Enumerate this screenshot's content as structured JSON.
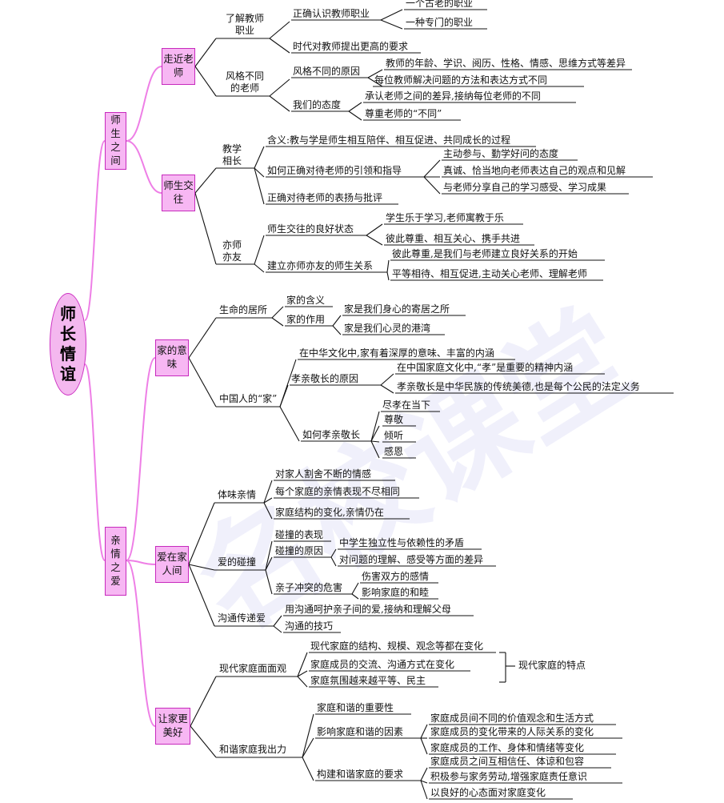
{
  "root": "师长情谊",
  "watermark": "名校课堂",
  "parts": [
    {
      "label": "师生之间",
      "topics": [
        {
          "label": "走近老师",
          "items": [
            {
              "label": "了解教师职业",
              "children": [
                {
                  "label": "正确认识教师职业",
                  "children": [
                    {
                      "label": "一个古老的职业"
                    },
                    {
                      "label": "一种专门的职业"
                    }
                  ]
                },
                {
                  "label": "时代对教师提出更高的要求"
                }
              ]
            },
            {
              "label": "风格不同的老师",
              "children": [
                {
                  "label": "风格不同的原因",
                  "children": [
                    {
                      "label": "教师的年龄、学识、阅历、性格、情感、思维方式等差异"
                    },
                    {
                      "label": "每位教师解决问题的方法和表达方式不同"
                    }
                  ]
                },
                {
                  "label": "我们的态度",
                  "children": [
                    {
                      "label": "承认老师之间的差异,接纳每位老师的不同"
                    },
                    {
                      "label": "尊重老师的“不同”"
                    }
                  ]
                }
              ]
            }
          ]
        },
        {
          "label": "师生交往",
          "items": [
            {
              "label": "教学相长",
              "children": [
                {
                  "label": "含义:教与学是师生相互陪伴、相互促进、共同成长的过程"
                },
                {
                  "label": "如何正确对待老师的引领和指导",
                  "children": [
                    {
                      "label": "主动参与、勤学好问的态度"
                    },
                    {
                      "label": "真诚、恰当地向老师表达自己的观点和见解"
                    },
                    {
                      "label": "与老师分享自己的学习感受、学习成果"
                    }
                  ]
                },
                {
                  "label": "正确对待老师的表扬与批评"
                }
              ]
            },
            {
              "label": "亦师亦友",
              "children": [
                {
                  "label": "师生交往的良好状态",
                  "children": [
                    {
                      "label": "学生乐于学习,老师寓教于乐"
                    },
                    {
                      "label": "彼此尊重、相互关心、携手共进"
                    }
                  ]
                },
                {
                  "label": "建立亦师亦友的师生关系",
                  "children": [
                    {
                      "label": "彼此尊重,是我们与老师建立良好关系的开始"
                    },
                    {
                      "label": "平等相待、相互促进,主动关心老师、理解老师"
                    }
                  ]
                }
              ]
            }
          ]
        }
      ]
    },
    {
      "label": "亲情之爱",
      "topics": [
        {
          "label": "家的意味",
          "items": [
            {
              "label": "生命的居所",
              "children": [
                {
                  "label": "家的含义"
                },
                {
                  "label": "家的作用",
                  "children": [
                    {
                      "label": "家是我们身心的寄居之所"
                    },
                    {
                      "label": "家是我们心灵的港湾"
                    }
                  ]
                }
              ]
            },
            {
              "label": "中国人的“家”",
              "children": [
                {
                  "label": "在中华文化中,家有着深厚的意味、丰富的内涵"
                },
                {
                  "label": "孝亲敬长的原因",
                  "children": [
                    {
                      "label": "在中国家庭文化中,“孝”是重要的精神内涵"
                    },
                    {
                      "label": "孝亲敬长是中华民族的传统美德,也是每个公民的法定义务"
                    }
                  ]
                },
                {
                  "label": "如何孝亲敬长",
                  "children": [
                    {
                      "label": "尽孝在当下"
                    },
                    {
                      "label": "尊敬"
                    },
                    {
                      "label": "倾听"
                    },
                    {
                      "label": "感恩"
                    }
                  ]
                }
              ]
            }
          ]
        },
        {
          "label": "爱在家人间",
          "items": [
            {
              "label": "体味亲情",
              "children": [
                {
                  "label": "对家人割舍不断的情感"
                },
                {
                  "label": "每个家庭的亲情表现不尽相同"
                },
                {
                  "label": "家庭结构的变化,亲情仍在"
                }
              ]
            },
            {
              "label": "爱的碰撞",
              "children": [
                {
                  "label": "碰撞的表现"
                },
                {
                  "label": "碰撞的原因",
                  "children": [
                    {
                      "label": "中学生独立性与依赖性的矛盾"
                    },
                    {
                      "label": "对问题的理解、感受等方面的差异"
                    }
                  ]
                },
                {
                  "label": "亲子冲突的危害",
                  "children": [
                    {
                      "label": "伤害双方的感情"
                    },
                    {
                      "label": "影响家庭的和睦"
                    }
                  ]
                }
              ]
            },
            {
              "label": "沟通传递爱",
              "children": [
                {
                  "label": "用沟通呵护亲子间的爱,接纳和理解父母"
                },
                {
                  "label": "沟通的技巧"
                }
              ]
            }
          ]
        },
        {
          "label": "让家更美好",
          "items": [
            {
              "label": "现代家庭面面观",
              "children": [
                {
                  "label": "现代家庭的结构、规模、观念等都在变化"
                },
                {
                  "label": "家庭成员的交流、沟通方式在变化"
                },
                {
                  "label": "家庭氛围越来越平等、民主"
                }
              ],
              "bracket": "现代家庭的特点"
            },
            {
              "label": "和谐家庭我出力",
              "children": [
                {
                  "label": "家庭和谐的重要性"
                },
                {
                  "label": "影响家庭和谐的因素",
                  "children": [
                    {
                      "label": "家庭成员间不同的价值观念和生活方式"
                    },
                    {
                      "label": "家庭成员的变化带来的人际关系的变化"
                    },
                    {
                      "label": "家庭成员的工作、身体和情绪等变化"
                    }
                  ]
                },
                {
                  "label": "构建和谐家庭的要求",
                  "children": [
                    {
                      "label": "家庭成员之间互相信任、体谅和包容"
                    },
                    {
                      "label": "积极参与家务劳动,增强家庭责任意识"
                    },
                    {
                      "label": "以良好的心态面对家庭变化"
                    }
                  ]
                }
              ]
            }
          ]
        }
      ]
    }
  ]
}
